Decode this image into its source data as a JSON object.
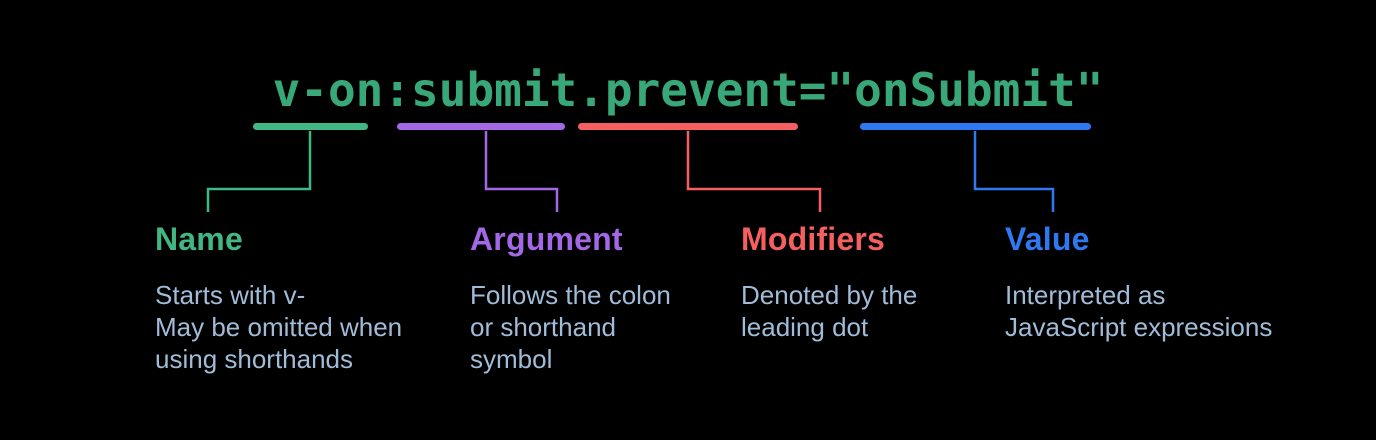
{
  "background_color": "#000000",
  "code": {
    "text": "v-on:submit.prevent=\"onSubmit\"",
    "color": "#38a878"
  },
  "description_text_color": "#a1bcd8",
  "sections": [
    {
      "id": "name",
      "label": "Name",
      "color": "#41b883",
      "code_segment": "v-on",
      "description": "Starts with v-\nMay be omitted when\nusing shorthands"
    },
    {
      "id": "argument",
      "label": "Argument",
      "color": "#a468e6",
      "code_segment": ":submit",
      "description": "Follows the colon\nor shorthand\nsymbol"
    },
    {
      "id": "modifiers",
      "label": "Modifiers",
      "color": "#f55f5f",
      "code_segment": ".prevent",
      "description": "Denoted by the\nleading dot"
    },
    {
      "id": "value",
      "label": "Value",
      "color": "#2e78f2",
      "code_segment": "\"onSubmit\"",
      "description": "Interpreted as\nJavaScript expressions"
    }
  ]
}
